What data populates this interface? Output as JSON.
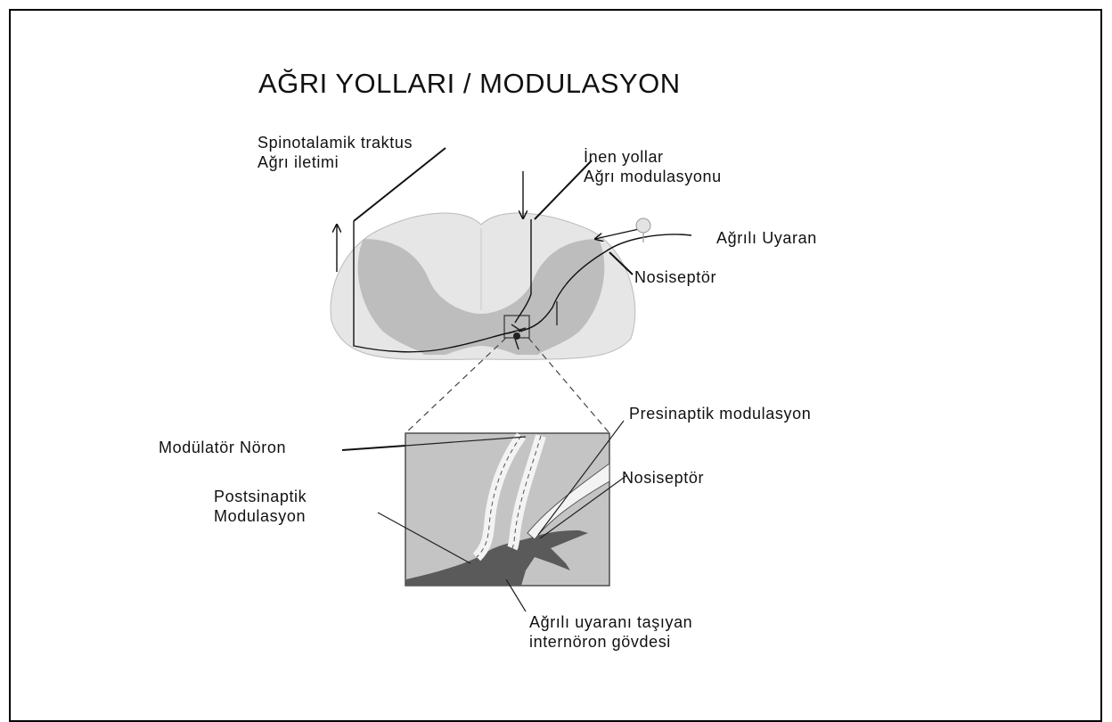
{
  "title": "AĞRI YOLLARI / MODULASYON",
  "labels": {
    "spinothalamic": [
      "Spinotalamik traktus",
      "Ağrı iletimi"
    ],
    "descending": [
      "İnen yollar",
      "Ağrı modulasyonu"
    ],
    "painful_stimulus": "Ağrılı Uyaran",
    "nociceptor_top": "Nosiseptör",
    "presynaptic": "Presinaptik modulasyon",
    "modulator_neuron": "Modülatör Nöron",
    "nociceptor_bottom": "Nosiseptör",
    "postsynaptic": [
      "Postsinaptik",
      "Modulasyon"
    ],
    "interneuron": [
      "Ağrılı uyaranı taşıyan",
      "internöron gövdesi"
    ]
  },
  "colors": {
    "white_matter": "#e6e6e6",
    "gray_matter": "#bdbdbd",
    "inset_background": "#c4c4c4",
    "interneuron_body": "#5a5a5a",
    "lines": "#111111"
  }
}
